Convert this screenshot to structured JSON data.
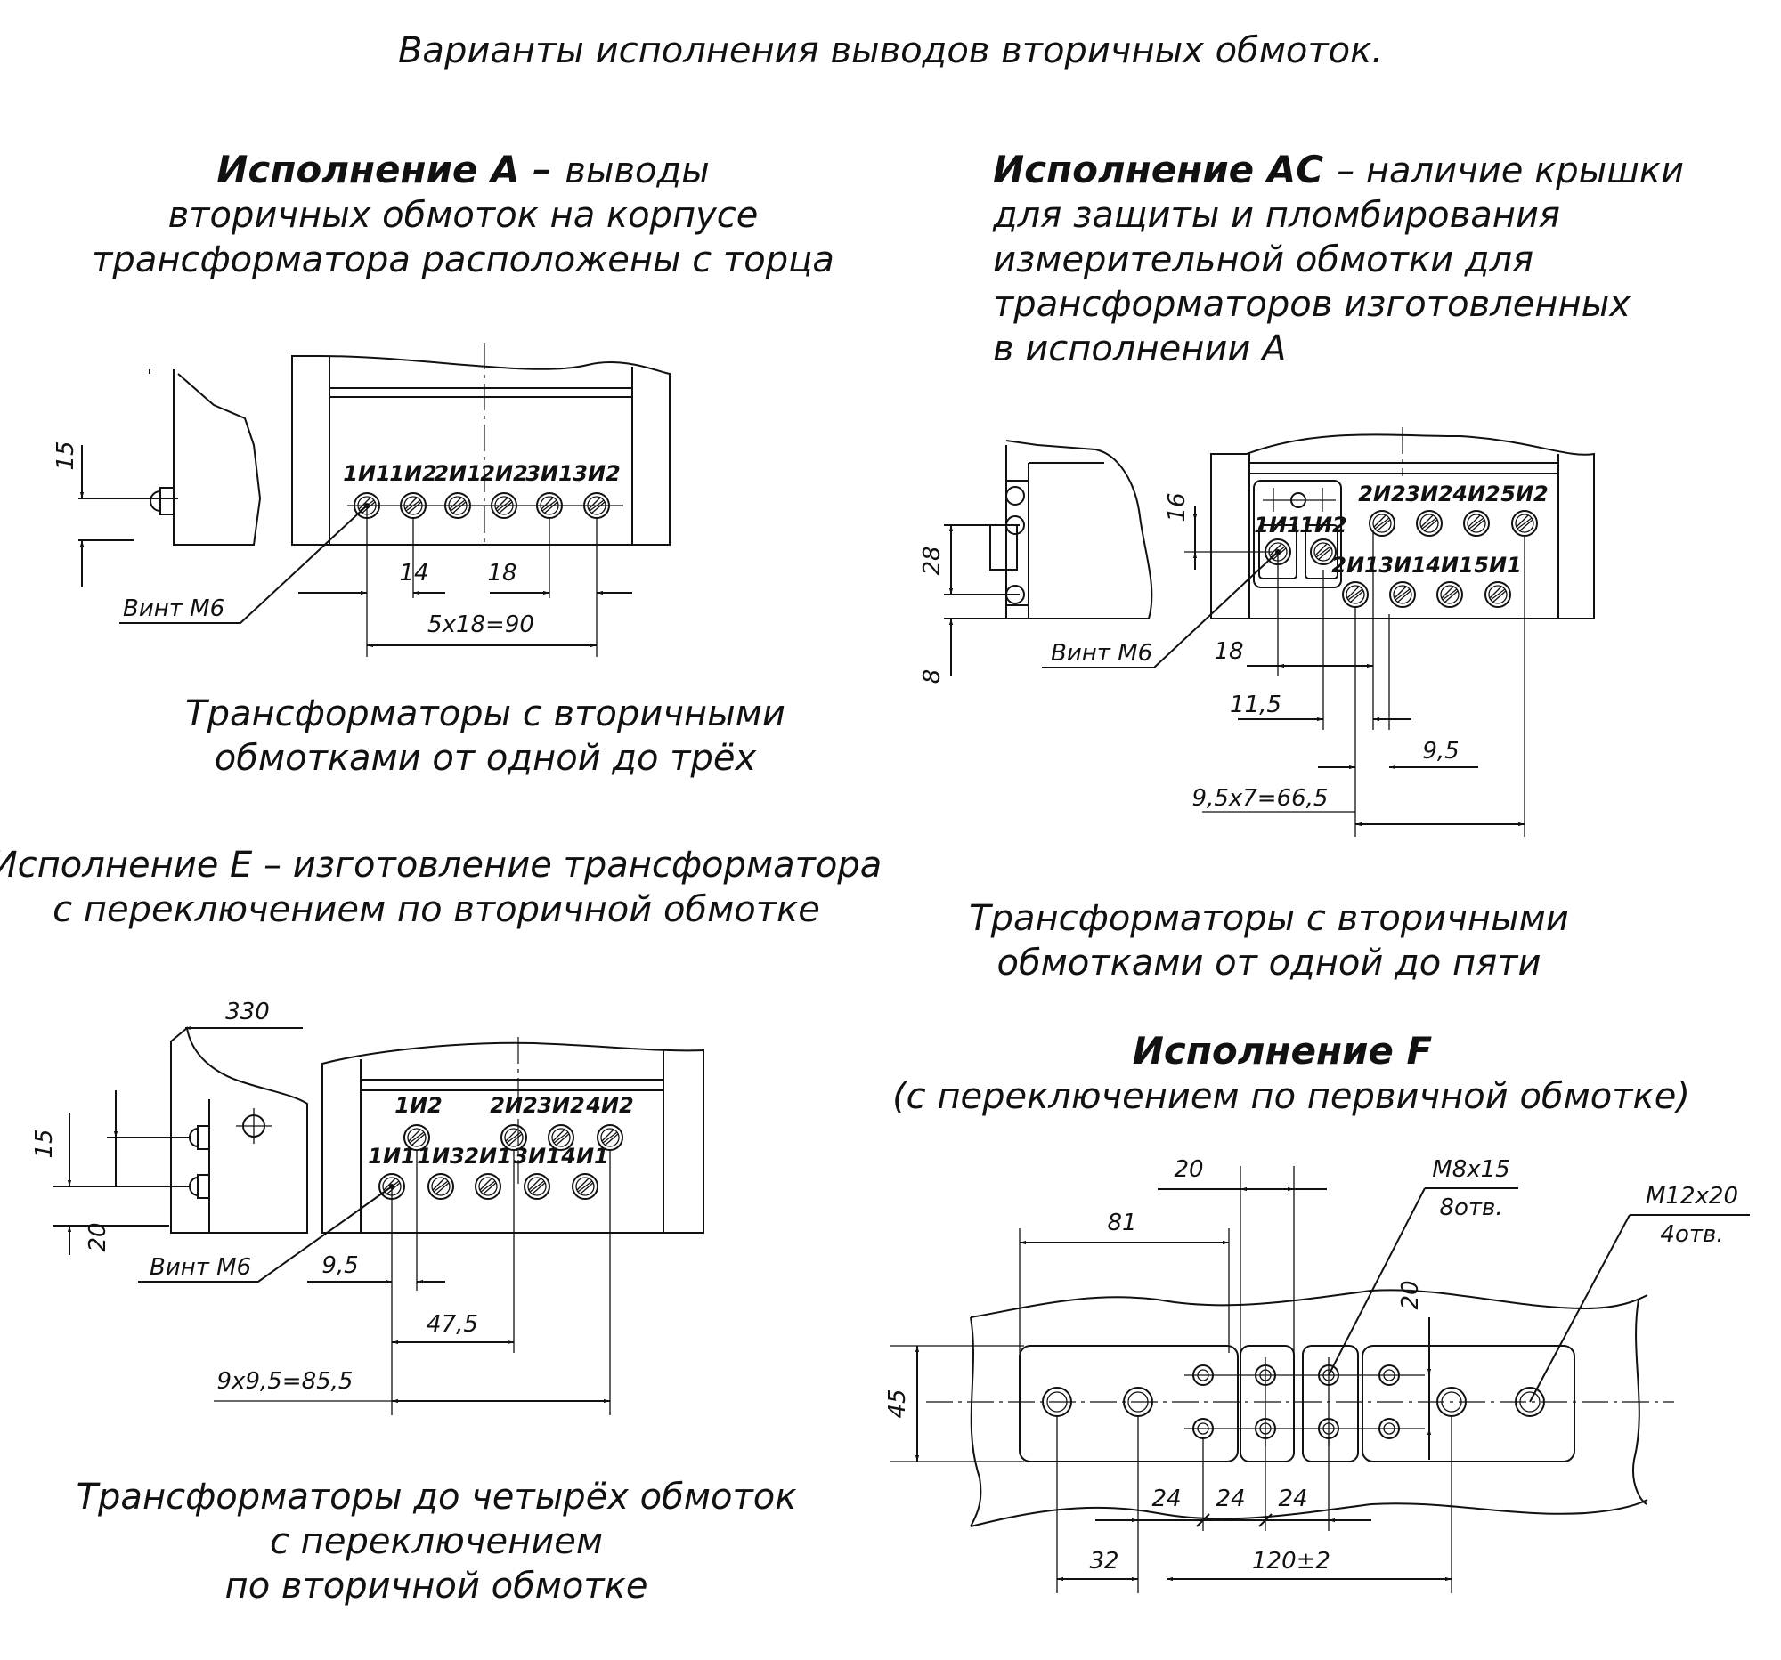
{
  "title": "Варианты исполнения выводов вторичных обмоток.",
  "sectionA": {
    "heading_bold": "Исполнение А –",
    "heading_rest": "выводы",
    "lines": [
      "вторичных обмоток на корпусе",
      "трансформатора расположены с торца"
    ],
    "terminals": [
      "1И1",
      "1И2",
      "2И1",
      "2И2",
      "3И1",
      "3И2"
    ],
    "dims": {
      "h": "15",
      "a": "14",
      "b": "18",
      "total": "5х18=90"
    },
    "screw": "Винт М6",
    "caption": [
      "Трансформаторы с вторичными",
      "обмотками от одной до трёх"
    ]
  },
  "sectionAC": {
    "heading_bold": "Исполнение АС",
    "heading_rest": "– наличие крышки",
    "lines": [
      "для защиты и пломбирования",
      "измерительной обмотки для",
      "трансформаторов изготовленных",
      "в исполнении А"
    ],
    "terminals_top": [
      "2И2",
      "3И2",
      "4И2",
      "5И2"
    ],
    "terminals_mid": [
      "1И1",
      "1И2"
    ],
    "terminals_bot": [
      "2И1",
      "3И1",
      "4И1",
      "5И1"
    ],
    "dims": {
      "h16": "16",
      "h28": "28",
      "h8": "8",
      "d18": "18",
      "d115": "11,5",
      "d95": "9,5",
      "total": "9,5х7=66,5"
    },
    "screw": "Винт М6",
    "caption": [
      "Трансформаторы с вторичными",
      "обмотками от одной до пяти"
    ]
  },
  "sectionE": {
    "heading": [
      "Исполнение Е – изготовление трансформатора",
      "с переключением по вторичной обмотке"
    ],
    "terminals_top": [
      "1И2",
      "2И2",
      "3И2",
      "4И2"
    ],
    "terminals_bot": [
      "1И1",
      "1И3",
      "2И1",
      "3И1",
      "4И1"
    ],
    "dims": {
      "d330": "330",
      "h15": "15",
      "h20": "20",
      "d95": "9,5",
      "d475": "47,5",
      "total": "9х9,5=85,5"
    },
    "screw": "Винт М6",
    "caption": [
      "Трансформаторы до четырёх обмоток",
      "с переключением",
      "по вторичной обмотке"
    ]
  },
  "sectionF": {
    "heading": "Исполнение F",
    "subheading": "(с переключением по первичной обмотке)",
    "dims": {
      "d20a": "20",
      "d81": "81",
      "m8": "М8х15",
      "m8n": "8отв.",
      "m12": "М12х20",
      "m12n": "4отв.",
      "d20b": "20",
      "d45": "45",
      "d24a": "24",
      "d24b": "24",
      "d24c": "24",
      "d32": "32",
      "d120": "120±2"
    }
  }
}
